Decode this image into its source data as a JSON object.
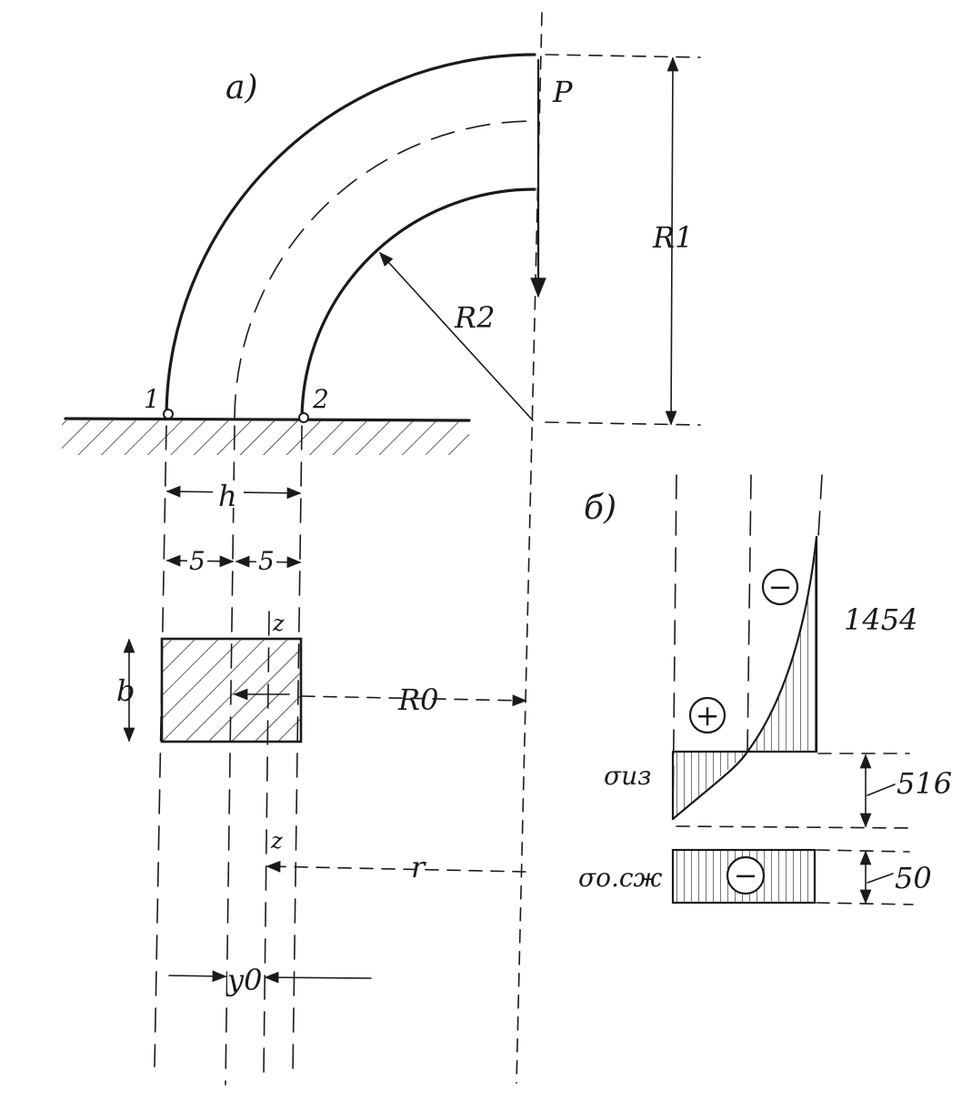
{
  "diagram_a": {
    "title": "a)",
    "labels": {
      "force": "P",
      "outer_radius": "R1",
      "inner_radius": "R2",
      "point_1": "1",
      "point_2": "2",
      "thickness": "h",
      "half_left": "5",
      "half_right": "5",
      "width": "b",
      "axis_z_top": "z",
      "axis_z_bottom": "z",
      "centroid_radius": "R0",
      "radius_r": "r",
      "offset": "y0"
    }
  },
  "diagram_b": {
    "title": "б)",
    "labels": {
      "sign_minus_top": "−",
      "sign_plus": "+",
      "sign_minus_bottom": "−",
      "max_value": "1454",
      "bending_value": "516",
      "compression_value": "50",
      "sigma_bending": "σиз",
      "sigma_compression": "σо.сж"
    }
  }
}
